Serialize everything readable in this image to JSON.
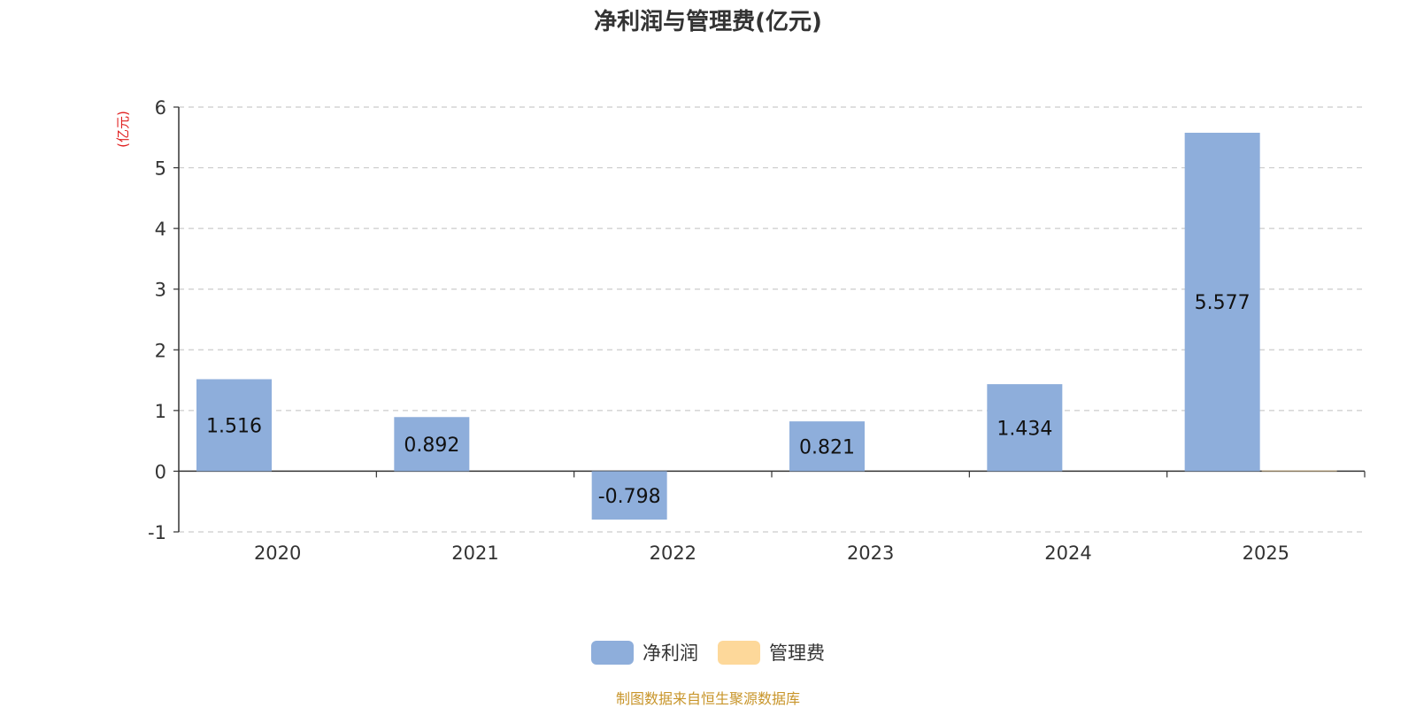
{
  "chart_data": {
    "type": "bar",
    "title": "净利润与管理费(亿元)",
    "ylabel": "(亿元)",
    "xlabel": "",
    "categories": [
      "2020",
      "2021",
      "2022",
      "2023",
      "2024",
      "2025"
    ],
    "ylim": [
      -1,
      6
    ],
    "yticks": [
      -1,
      0,
      1,
      2,
      3,
      4,
      5,
      6
    ],
    "grid": true,
    "legend_position": "bottom",
    "series": [
      {
        "name": "净利润",
        "color": "#8eaedb",
        "values": [
          1.516,
          0.892,
          -0.798,
          0.821,
          1.434,
          5.577
        ],
        "labels": [
          "1.516",
          "0.892",
          "-0.798",
          "0.821",
          "1.434",
          "5.577"
        ]
      },
      {
        "name": "管理费",
        "color": "#fdd89a",
        "values": [
          0,
          0,
          0,
          0,
          0,
          0.01
        ]
      }
    ]
  },
  "source_note": "制图数据来自恒生聚源数据库"
}
